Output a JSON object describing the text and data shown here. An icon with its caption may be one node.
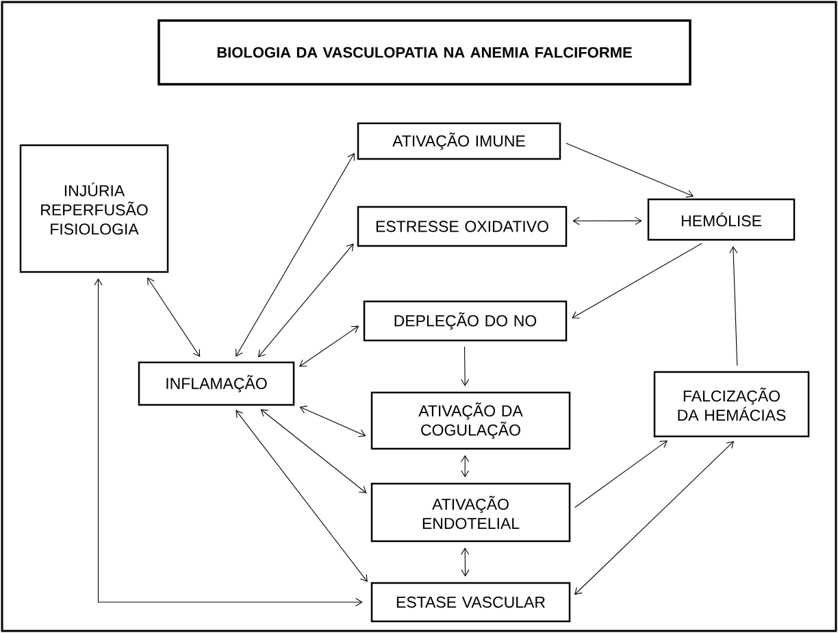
{
  "diagram": {
    "nodes": [
      {
        "text": [
          "BIOLOGIA DA VASCULOPATIA NA ANEMIA FALCIFORME"
        ]
      },
      {
        "text": [
          "INJÚRIA REPERFUSÃO FISIOLOGIA"
        ]
      },
      {
        "text": [
          "ATIVAÇÃO IMUNE"
        ]
      },
      {
        "text": [
          "ESTRESSE OXIDATIVO"
        ]
      },
      {
        "text": [
          "HEMÓLISE"
        ]
      },
      {
        "text": [
          "DEPLEÇÃO DO NO"
        ]
      },
      {
        "text": [
          "INFLAMAÇÃO"
        ]
      },
      {
        "text": [
          "ATIVAÇÃO DA COGULAÇÃO"
        ]
      },
      {
        "text": [
          "FALCIZAÇÃO DA HEMÁCIAS"
        ]
      },
      {
        "text": [
          "ATIVAÇÃO ENDOTELIAL"
        ]
      },
      {
        "text": [
          "ESTASE VASCULAR"
        ]
      }
    ],
    "edges": [
      {
        "from": 1,
        "to": 6,
        "arrow": "both"
      },
      {
        "from": 6,
        "to": 2,
        "arrow": "both"
      },
      {
        "from": 6,
        "to": 3,
        "arrow": "both"
      },
      {
        "from": 6,
        "to": 5,
        "arrow": "both"
      },
      {
        "from": 6,
        "to": 7,
        "arrow": "both"
      },
      {
        "from": 6,
        "to": 9,
        "arrow": "both"
      },
      {
        "from": 6,
        "to": 10,
        "arrow": "both"
      },
      {
        "from": 2,
        "to": 4,
        "arrow": "to"
      },
      {
        "from": 3,
        "to": 4,
        "arrow": "both"
      },
      {
        "from": 4,
        "to": 5,
        "arrow": "to"
      },
      {
        "from": 5,
        "to": 7,
        "arrow": "to"
      },
      {
        "from": 7,
        "to": 9,
        "arrow": "both"
      },
      {
        "from": 9,
        "to": 10,
        "arrow": "both"
      },
      {
        "from": 9,
        "to": 8,
        "arrow": "to"
      },
      {
        "from": 10,
        "to": 8,
        "arrow": "both"
      },
      {
        "from": 8,
        "to": 4,
        "arrow": "to"
      },
      {
        "from": 10,
        "to": 1,
        "arrow": "both"
      }
    ]
  }
}
